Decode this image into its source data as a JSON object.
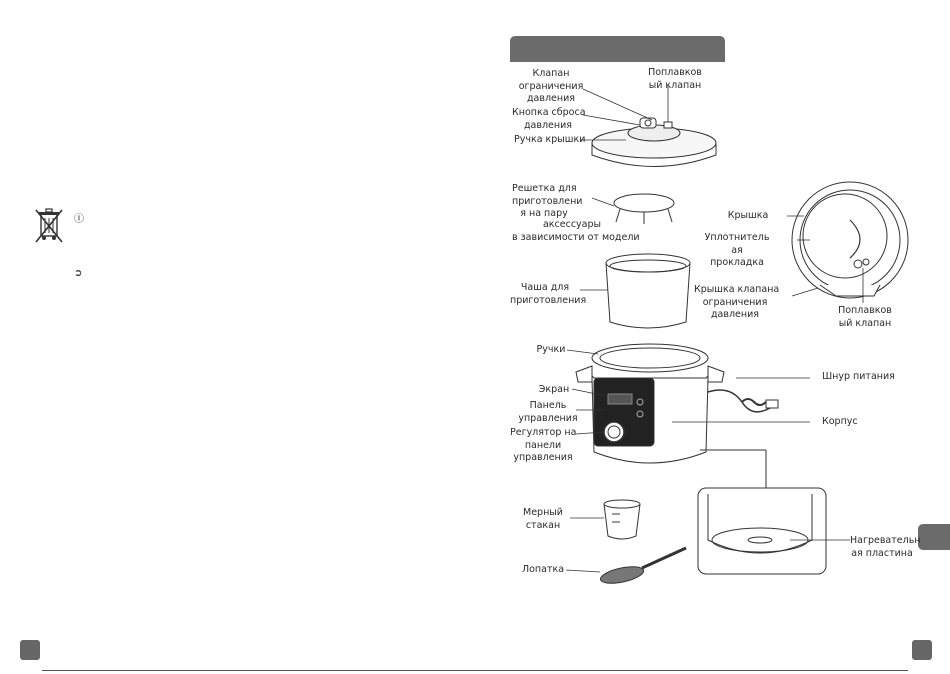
{
  "left_page": {
    "symbol_1": "Ⓘ",
    "symbol_2": "➲"
  },
  "labels": {
    "pressure_valve": "Клапан ограничения давления",
    "pressure_valve_l1": "Клапан",
    "pressure_valve_l2": "ограничения",
    "pressure_valve_l3": "давления",
    "float_valve_top_l1": "Поплавков",
    "float_valve_top_l2": "ый клапан",
    "release_button_l1": "Кнопка сброса",
    "release_button_l2": "давления",
    "lid_handle": "Ручка крышки",
    "steam_rack_l1": "Решетка для",
    "steam_rack_l2": "приготовлени",
    "steam_rack_l3": "я на пару",
    "accessories_l1": "аксессуары",
    "accessories_l2": "в зависимости от модели",
    "lid": "Крышка",
    "gasket_l1": "Уплотнитель",
    "gasket_l2": "ая",
    "gasket_l3": "прокладка",
    "valve_cover_l1": "Крышка клапана",
    "valve_cover_l2": "ограничения",
    "valve_cover_l3": "давления",
    "float_valve_right_l1": "Поплавков",
    "float_valve_right_l2": "ый клапан",
    "bowl_l1": "Чаша для",
    "bowl_l2": "приготовления",
    "handles": "Ручки",
    "screen": "Экран",
    "panel_l1": "Панель",
    "panel_l2": "управления",
    "regulator_l1": "Регулятор на",
    "regulator_l2": "панели",
    "regulator_l3": "управления",
    "power_cord": "Шнур питания",
    "body": "Корпус",
    "measuring_cup_l1": "Мерный",
    "measuring_cup_l2": "стакан",
    "spatula": "Лопатка",
    "heating_plate_l1": "Нагревательн",
    "heating_plate_l2": "ая пластина"
  },
  "colors": {
    "accent_gray": "#6b6b6b",
    "line": "#333333"
  }
}
